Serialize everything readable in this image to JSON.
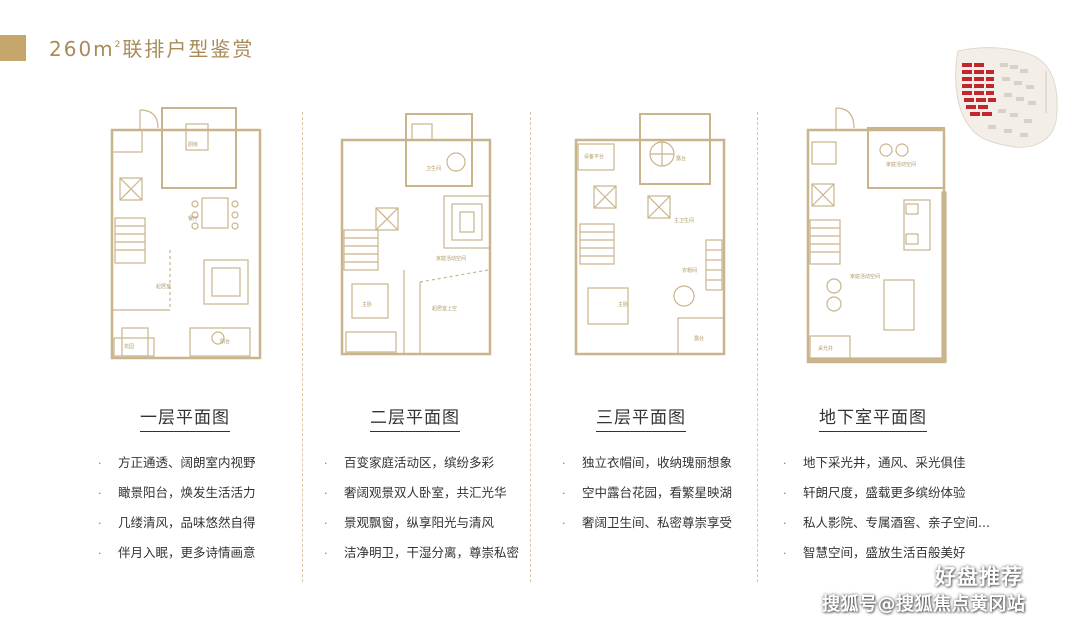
{
  "header": {
    "title_prefix": "260m",
    "title_sup": "2",
    "title_suffix": "联排户型鉴赏",
    "accent_color": "#c6a66d"
  },
  "plans": [
    {
      "title": "一层平面图",
      "bullets": [
        "方正通透、阔朗室内视野",
        "瞰景阳台，焕发生活活力",
        "几缕清风，品味悠然自得",
        "伴月入眠，更多诗情画意"
      ]
    },
    {
      "title": "二层平面图",
      "bullets": [
        "百变家庭活动区，缤纷多彩",
        "奢阔观景双人卧室，共汇光华",
        "景观飘窗，纵享阳光与清风",
        "洁净明卫，干湿分离，尊崇私密"
      ]
    },
    {
      "title": "三层平面图",
      "bullets": [
        "独立衣帽间，收纳瑰丽想象",
        "空中露台花园，看繁星映湖",
        "奢阔卫生间、私密尊崇享受"
      ]
    },
    {
      "title": "地下室平面图",
      "bullets": [
        "地下采光井，通风、采光俱佳",
        "轩朗尺度，盛载更多缤纷体验",
        "私人影院、专属酒窖、亲子空间...",
        "智慧空间，盛放生活百般美好"
      ]
    }
  ],
  "watermark": {
    "brand": "好盘推荐",
    "source": "搜狐号@搜狐焦点黄冈站"
  },
  "colors": {
    "gold": "#c6a66d",
    "plan_line": "#c9b48c",
    "highlight": "#c0282d"
  }
}
